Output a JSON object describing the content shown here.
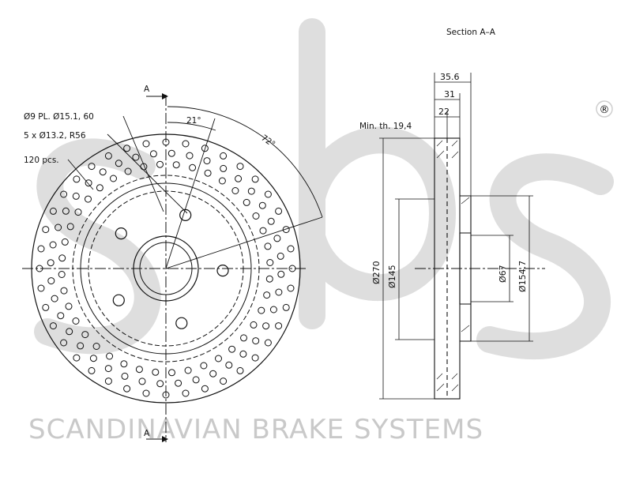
{
  "watermark": {
    "brand_text": "SCANDINAVIAN BRAKE SYSTEMS",
    "logo": "sbs",
    "registered_mark": "®",
    "watermark_color": "#d0d0d0"
  },
  "front_view": {
    "section_marker_top": "A",
    "section_marker_bottom": "A",
    "callouts": {
      "bolt_holes": "Ø9 PL. Ø15.1, 60",
      "wheel_bolts": "5 x Ø13.2, R56",
      "perforations": "120 pcs."
    },
    "angle_small": "21°",
    "angle_large": "72°"
  },
  "section_view": {
    "title": "Section A–A",
    "min_thickness": "Min. th. 19,4",
    "dim_total_height": "35.6",
    "dim_hat_height": "31",
    "dim_thickness": "22",
    "dim_outer_diameter": "Ø270",
    "dim_hat_diameter": "Ø145",
    "dim_center_bore": "Ø67",
    "dim_hat_outer": "Ø154.7"
  },
  "colors": {
    "line": "#111111"
  }
}
